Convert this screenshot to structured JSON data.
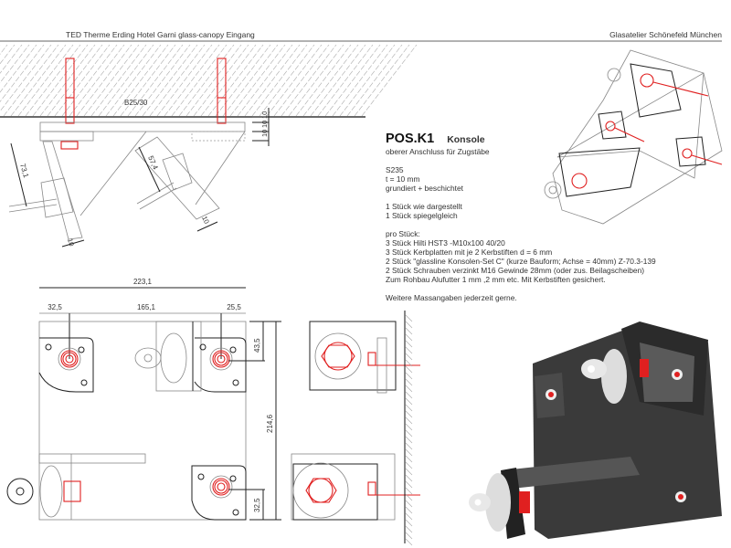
{
  "header": {
    "project": "TED Therme Erding Hotel Garni glass-canopy Eingang",
    "company": "Glasatelier Schönefeld München"
  },
  "section_view": {
    "concrete_label": "B25/30",
    "dims": {
      "plate_thickness_1": "10",
      "plate_thickness_2": "10",
      "plate_thickness_3": "10",
      "arm_left_length": "73,1",
      "arm_right_length": "57,4",
      "arm_left_width": "10",
      "arm_right_width": "10"
    }
  },
  "plan_view": {
    "dims": {
      "overall_width": "223,1",
      "left_offset": "32,5",
      "bolt_spacing": "165,1",
      "right_offset": "25,5",
      "top_offset": "43,5",
      "overall_height": "214,6",
      "bottom_offset": "32,5"
    }
  },
  "notes": {
    "title": "POS.K1",
    "subtitle": "Konsole",
    "description": "oberer Anschluss für Zugstäbe",
    "material": [
      "S235",
      "t = 10 mm",
      "grundiert + beschichtet"
    ],
    "quantity": [
      "1 Stück wie dargestellt",
      "1 Stück spiegelgleich"
    ],
    "per_piece_heading": "pro Stück:",
    "per_piece": [
      "3 Stück Hilti HST3 -M10x100 40/20",
      "3 Stück Kerbplatten mit je 2 Kerbstiften d = 6 mm",
      "2 Stück \"glassline Konsolen-Set C\" (kurze Bauform; Achse = 40mm)  Z-70.3-139",
      "2 Stück Schrauben verzinkt M16 Gewinde 28mm (oder zus. Beilagscheiben)",
      "Zum Rohbau Alufutter 1 mm ,2 mm etc. Mit Kerbstiften gesichert."
    ],
    "footer": "Weitere Massangaben jederzeit gerne."
  },
  "colors": {
    "accent_red": "#e02020",
    "render_dark": "#3a3a3a"
  }
}
